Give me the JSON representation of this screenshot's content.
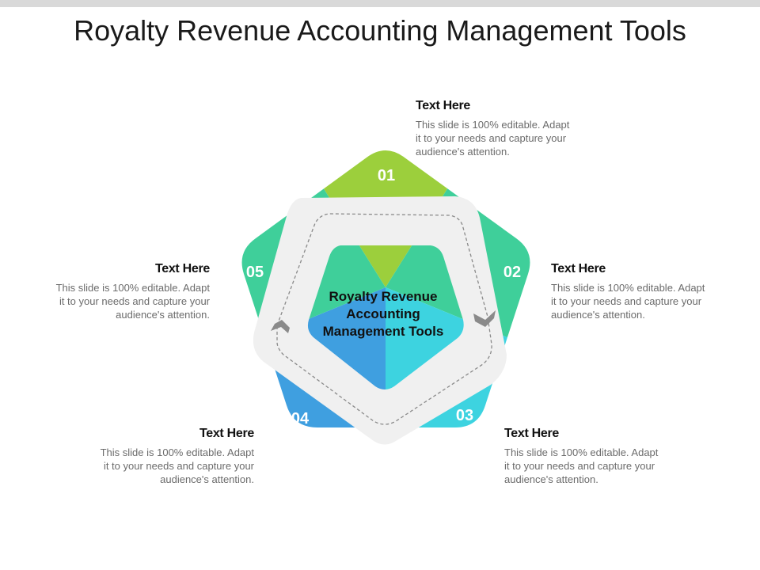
{
  "title": "Royalty Revenue Accounting Management Tools",
  "center": {
    "line1": "Royalty Revenue",
    "line2": "Accounting",
    "line3": "Management Tools"
  },
  "segments": [
    {
      "number": "01",
      "color": "#9ccf3c",
      "heading": "Text Here",
      "body": [
        "This slide is 100% editable. Adapt",
        "it to your needs and capture your",
        "audience's attention."
      ]
    },
    {
      "number": "02",
      "color": "#3fcf9a",
      "heading": "Text Here",
      "body": [
        "This slide is 100% editable. Adapt",
        "it to your needs and capture your",
        "audience's attention."
      ]
    },
    {
      "number": "03",
      "color": "#3dd3e0",
      "heading": "Text Here",
      "body": [
        "This slide is 100% editable. Adapt",
        "it to your needs and capture your",
        "audience's attention."
      ]
    },
    {
      "number": "04",
      "color": "#3f9fe0",
      "heading": "Text Here",
      "body": [
        "This slide is 100% editable. Adapt",
        "it to your needs and capture your",
        "audience's attention."
      ]
    },
    {
      "number": "05",
      "color": "#3fcf9a",
      "heading": "Text Here",
      "body": [
        "This slide is 100% editable. Adapt",
        "it to your needs and capture your",
        "audience's attention."
      ]
    }
  ],
  "colors": {
    "ring": "#f0f0f0",
    "dashed_path": "#8a8a8a",
    "arrow": "#8a8a8a",
    "top_bar": "#d9d9d9"
  }
}
